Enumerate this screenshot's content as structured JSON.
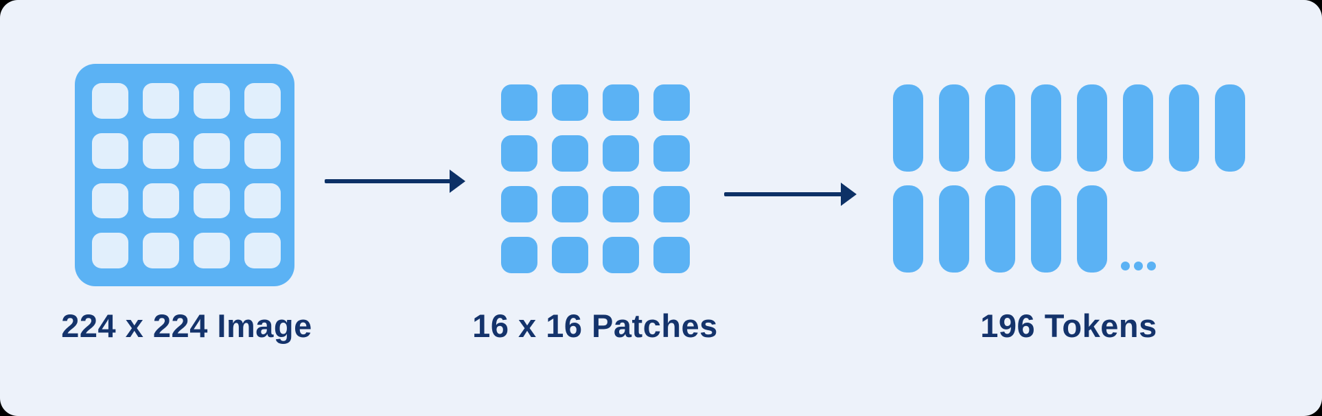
{
  "colors": {
    "page-bg": "#000000",
    "panel-bg": "#EDF2FA",
    "blue": "#5BB2F4",
    "light-cell": "#E1EFFC",
    "navy": "#14336B",
    "arrow": "#0D3166"
  },
  "diagram": {
    "steps": [
      {
        "id": "image",
        "label": "224 x 224 Image",
        "grid": {
          "rows": 4,
          "cols": 4,
          "cells": 16
        }
      },
      {
        "id": "patches",
        "label": "16 x 16 Patches",
        "grid": {
          "rows": 4,
          "cols": 4,
          "cells": 16
        }
      },
      {
        "id": "tokens",
        "label": "196 Tokens",
        "rows": [
          8,
          5
        ],
        "ellipsis": "...",
        "ellipsis_dots": 3
      }
    ],
    "arrow_count": 2
  }
}
